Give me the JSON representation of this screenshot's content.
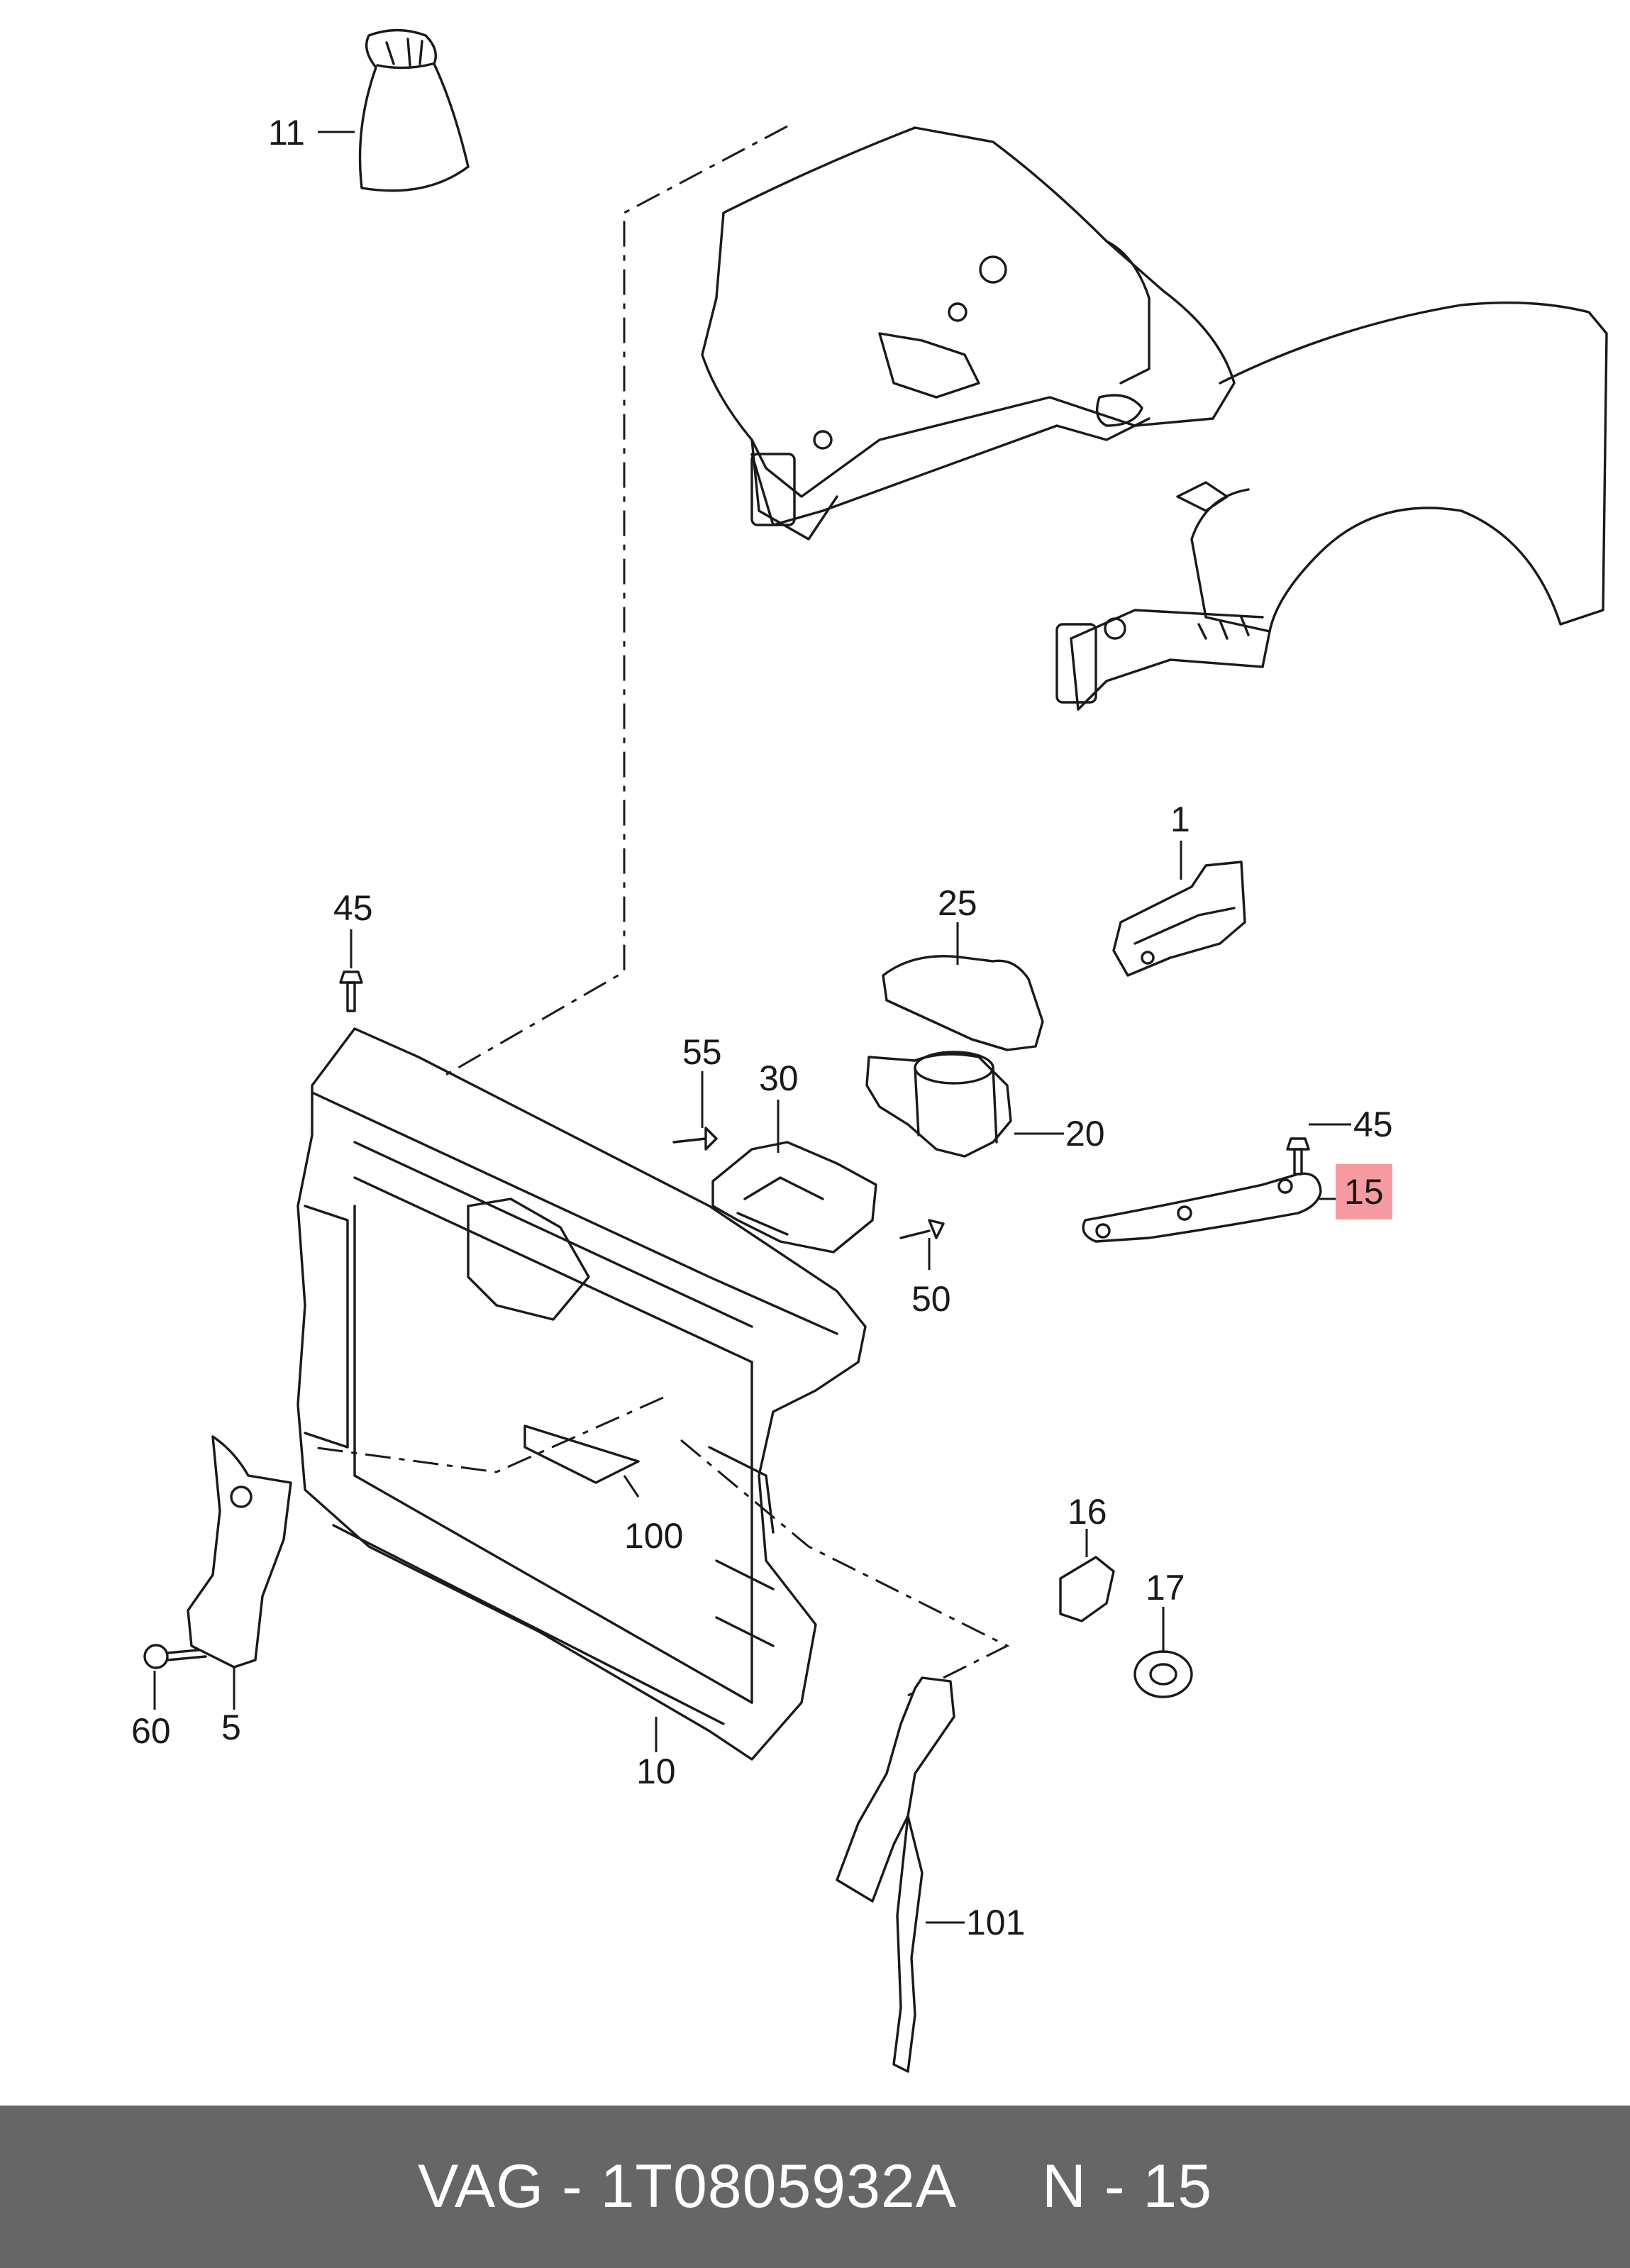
{
  "diagram": {
    "callouts": [
      {
        "id": "11",
        "label": "11"
      },
      {
        "id": "1",
        "label": "1"
      },
      {
        "id": "25",
        "label": "25"
      },
      {
        "id": "45a",
        "label": "45"
      },
      {
        "id": "55",
        "label": "55"
      },
      {
        "id": "30",
        "label": "30"
      },
      {
        "id": "20",
        "label": "20"
      },
      {
        "id": "45b",
        "label": "45"
      },
      {
        "id": "15",
        "label": "15",
        "highlighted": true
      },
      {
        "id": "50",
        "label": "50"
      },
      {
        "id": "100",
        "label": "100"
      },
      {
        "id": "16",
        "label": "16"
      },
      {
        "id": "17",
        "label": "17"
      },
      {
        "id": "60",
        "label": "60"
      },
      {
        "id": "5",
        "label": "5"
      },
      {
        "id": "10",
        "label": "10"
      },
      {
        "id": "101",
        "label": "101"
      }
    ],
    "highlight_color": "#f59aa0"
  },
  "footer": {
    "text": "VAG - 1T0805932A     N - 15",
    "background": "#666666",
    "color": "#ffffff"
  }
}
